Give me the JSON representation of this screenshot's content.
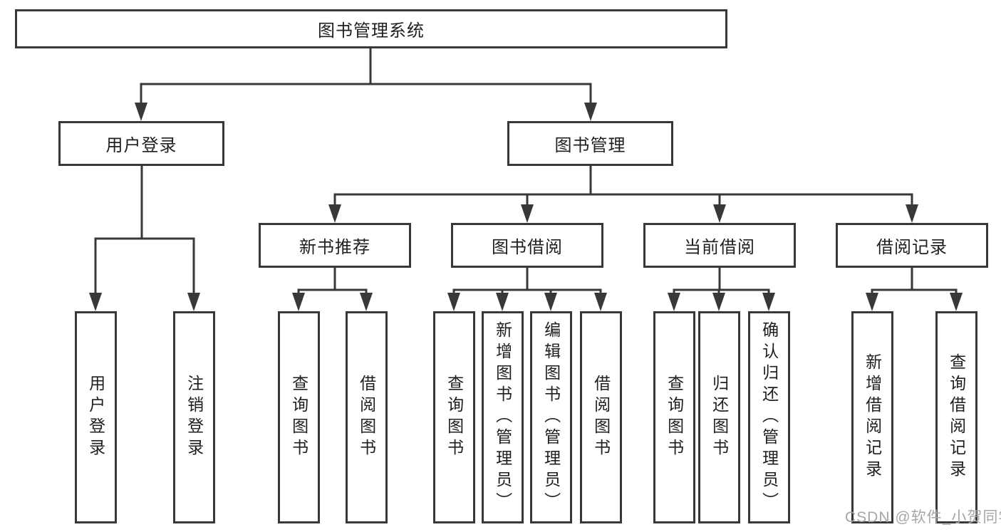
{
  "tree": {
    "label": "图书管理系统",
    "children": [
      {
        "label": "用户登录",
        "children": [
          {
            "label": "用户登录"
          },
          {
            "label": "注销登录"
          }
        ]
      },
      {
        "label": "图书管理",
        "children": [
          {
            "label": "新书推荐",
            "children": [
              {
                "label": "查询图书"
              },
              {
                "label": "借阅图书"
              }
            ]
          },
          {
            "label": "图书借阅",
            "children": [
              {
                "label": "查询图书"
              },
              {
                "label": "新增图书（管理员）"
              },
              {
                "label": "编辑图书（管理员）"
              },
              {
                "label": "借阅图书"
              }
            ]
          },
          {
            "label": "当前借阅",
            "children": [
              {
                "label": "查询图书"
              },
              {
                "label": "归还图书"
              },
              {
                "label": "确认归还（管理员）"
              }
            ]
          },
          {
            "label": "借阅记录",
            "children": [
              {
                "label": "新增借阅记录"
              },
              {
                "label": "查询借阅记录"
              }
            ]
          }
        ]
      }
    ]
  },
  "watermark": {
    "text": "CSDN @软件_小贺同学"
  },
  "colors": {
    "line": "#383838",
    "text": "#1f1f1f",
    "watermark": "#a6a6a6",
    "background": "#ffffff"
  }
}
